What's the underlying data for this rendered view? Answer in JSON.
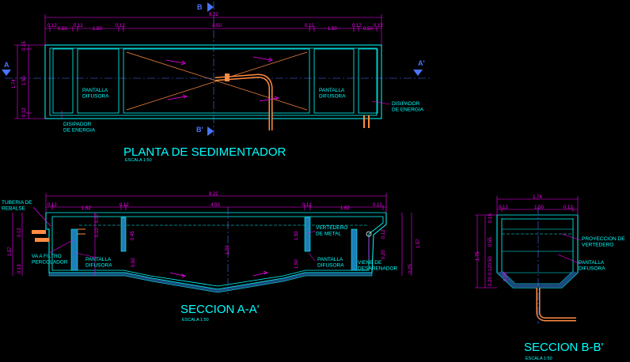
{
  "plan": {
    "title": "PLANTA DE SEDIMENTADOR",
    "scale": "ESCALA 1:50",
    "dims_top": {
      "overall": "8.22",
      "center": "4.50",
      "d1": "0.12",
      "d2": "0.50",
      "d3": "0.12",
      "d4": "1.50",
      "d5": "0.12",
      "d6": "0.12",
      "d7": "1.50",
      "d8": "0.12",
      "d9": "0.50",
      "d10": "0.12"
    },
    "dims_left": {
      "l1": "0.15",
      "l2": "1.50",
      "l3": "0.12",
      "total": "1.74"
    },
    "labels": {
      "pantalla_left": "PANTALLA\nDIFUSORA",
      "pantalla_right": "PANTALLA\nDIFUSORA",
      "disipador_left": "DISIPADOR\nDE ENERGIA",
      "disipador_right": "DISIPADOR\nDE ENERGIA"
    },
    "section_marks": {
      "a": "A",
      "a_prime": "A'",
      "b": "B",
      "b_prime": "B'"
    }
  },
  "section_aa": {
    "title": "SECCION A-A'",
    "scale": "ESCALA 1:50",
    "dims_top": {
      "overall": "8.22",
      "center": "4.50",
      "s1": "0.12",
      "s2": "1.62",
      "s3": "0.12",
      "s4": "0.12",
      "s5": "1.62",
      "s6": "0.12"
    },
    "dims_side": {
      "r1": "0.37",
      "r2": "0.45",
      "r3": "0.10",
      "r4": "1.50",
      "r5": "0.50",
      "r6": "0.12",
      "r7": "0.20",
      "r8": "0.25",
      "c1": "1.50",
      "c2": "1.50",
      "left_total": "1.57",
      "right_total": "1.57",
      "left_12": "0.12",
      "left_13": "0.13"
    },
    "labels": {
      "tuberia": "TUBERIA DE\nREBALSE",
      "va_filtro": "VA A FILTRO\nPERCOLADOR",
      "pantalla_left": "PANTALLA\nDIFUSORA",
      "pantalla_right": "PANTALLA\nDIFUSORA",
      "vertedero": "VERTEDERO\nDE METAL",
      "viene": "VIENE DE\nDESARENADOR"
    }
  },
  "section_bb": {
    "title": "SECCION B-B'",
    "scale": "ESCALA 1:50",
    "dims_top": {
      "overall": "1.74",
      "center": "1.50",
      "w1": "0.12",
      "w2": "0.12"
    },
    "dims_side": {
      "v1": "0.15",
      "v2": "0.55",
      "v3": "0.50",
      "v4": "0.12",
      "v5": "0.20",
      "v6": "0.25",
      "total": "1.75"
    },
    "labels": {
      "proyeccion": "PROYECCION DE\nVERTEDERO",
      "pantalla": "PANTALLA\nDIFUSORA"
    }
  },
  "colors": {
    "background": "#000000",
    "outline": "#00ffff",
    "dimension": "#ff00ff",
    "centerline": "#4a74ff",
    "baffle": "#1e7fb8",
    "pipe": "#ff8c42"
  }
}
